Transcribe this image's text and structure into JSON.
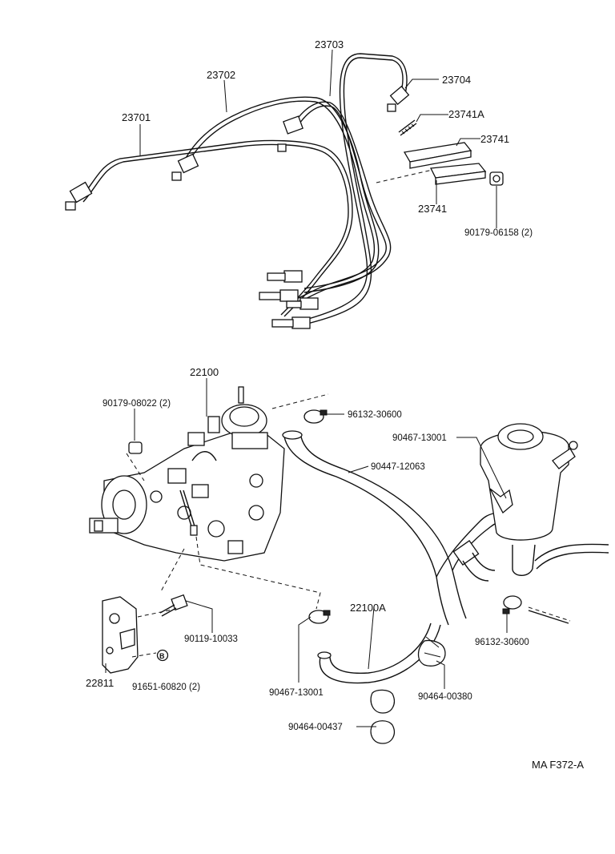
{
  "labels": {
    "p23703": "23703",
    "p23702": "23702",
    "p23704": "23704",
    "p23701": "23701",
    "p23741A": "23741A",
    "p23741_upper": "23741",
    "p23741_lower": "23741",
    "p90179_06158": "90179-06158 (2)",
    "p22100": "22100",
    "p90179_08022": "90179-08022 (2)",
    "p96132_30600_top": "96132-30600",
    "p90467_13001_right": "90467-13001",
    "p90447_12063": "90447-12063",
    "p90119_10033": "90119-10033",
    "p22811": "22811",
    "p91651_60820": "91651-60820 (2)",
    "p22100A": "22100A",
    "p96132_30600_bottom": "96132-30600",
    "p90467_13001_bottom": "90467-13001",
    "p90464_00380": "90464-00380",
    "p90464_00437": "90464-00437",
    "bolt_marker": "B",
    "figure_code": "MA F372-A"
  }
}
